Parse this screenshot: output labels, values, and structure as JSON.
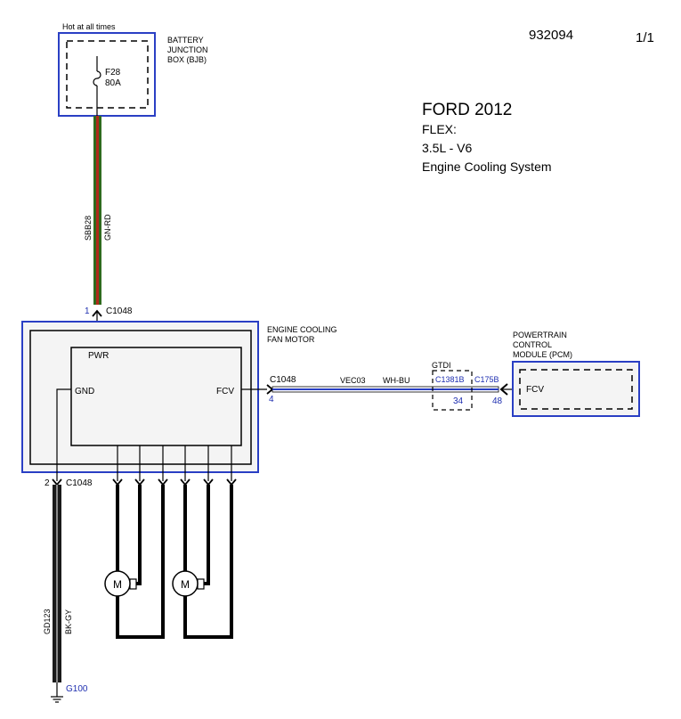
{
  "header": {
    "doc_number": "932094",
    "page": "1/1",
    "make_year": "FORD 2012",
    "model": "FLEX:",
    "engine": "3.5L - V6",
    "system": "Engine Cooling System"
  },
  "bjb": {
    "hot_label": "Hot at all times",
    "name": [
      "BATTERY",
      "JUNCTION",
      "BOX (BJB)"
    ],
    "fuse_id": "F28",
    "fuse_rating": "80A"
  },
  "power_wire": {
    "circuit": "SBB28",
    "color_code": "GN-RD",
    "colors": {
      "base": "#2e6b1e",
      "stripe": "#b02a1a"
    }
  },
  "motor_connector_top": {
    "pin": "1",
    "connector": "C1048"
  },
  "fan_motor": {
    "name": [
      "ENGINE COOLING",
      "FAN MOTOR"
    ],
    "pwr": "PWR",
    "gnd": "GND",
    "fcv": "FCV",
    "motor_symbol": "M"
  },
  "control_wire": {
    "connector": "C1048",
    "pin": "4",
    "circuit": "VEC03",
    "color_code": "WH-BU",
    "inline_connector": "GTDI",
    "inline_id": "C1381B",
    "inline_pin": "34",
    "pcm_connector": "C175B",
    "pcm_pin": "48",
    "colors": {
      "base": "#ffffff",
      "stripe": "#2a3fc4"
    }
  },
  "pcm": {
    "name": [
      "POWERTRAIN",
      "CONTROL",
      "MODULE (PCM)"
    ],
    "pin_label": "FCV"
  },
  "ground_wire": {
    "pin": "2",
    "connector": "C1048",
    "circuit": "GD123",
    "color_code": "BK-GY",
    "ground_point": "G100",
    "colors": {
      "base": "#1a1a1a",
      "stripe": "#8a8a8a"
    }
  },
  "colors": {
    "module_border": "#2a3fc4",
    "label_blue": "#1f2fb0"
  }
}
